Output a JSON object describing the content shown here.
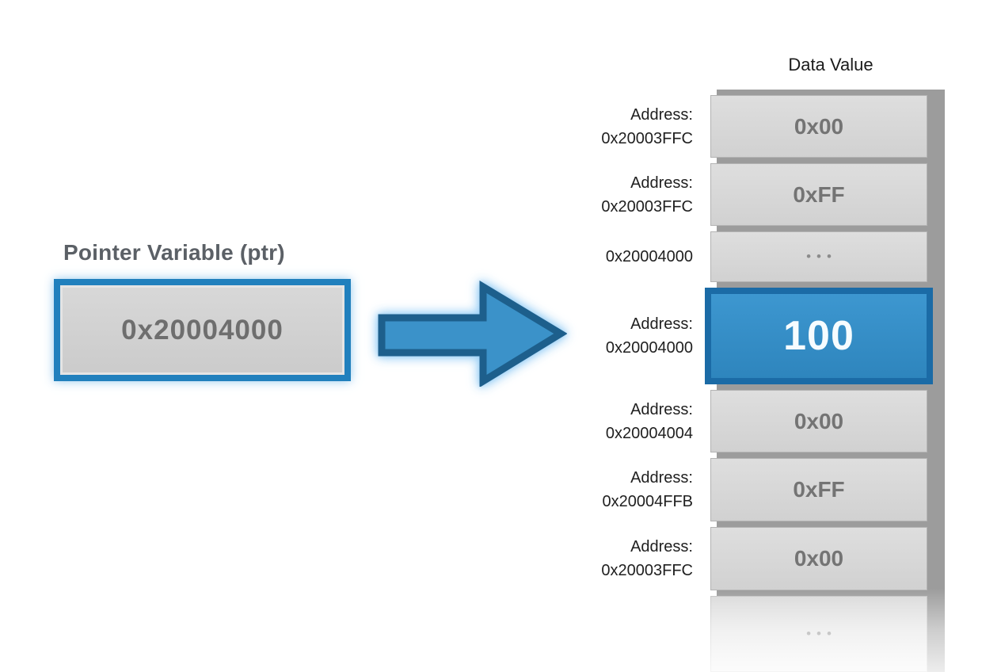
{
  "pointer": {
    "title": "Pointer Variable (ptr)",
    "value": "0x20004000"
  },
  "memory": {
    "header": "Data Value",
    "rows": [
      {
        "label_lines": [
          "Address:",
          "0x20003FFC"
        ],
        "value": "0x00"
      },
      {
        "label_lines": [
          "Address:",
          "0x20003FFC"
        ],
        "value": "0xFF"
      },
      {
        "label_lines": [
          "0x20004000"
        ],
        "value": "•••",
        "dots": true
      },
      {
        "label_lines": [
          "Address:",
          "0x20004000"
        ],
        "value": "100",
        "highlighted": true
      },
      {
        "label_lines": [
          "Address:",
          "0x20004004"
        ],
        "value": "0x00"
      },
      {
        "label_lines": [
          "Address:",
          "0x20004FFB"
        ],
        "value": "0xFF"
      },
      {
        "label_lines": [
          "Address:",
          "0x20003FFC"
        ],
        "value": "0x00"
      },
      {
        "label_lines": [],
        "value": "•••",
        "dots": true,
        "faded": true
      }
    ]
  },
  "colors": {
    "accent_blue": "#3b92c9",
    "accent_blue_dark": "#1b6ba6",
    "pointer_border_blue": "#2180bd",
    "frame_gray": "#9c9c9c",
    "cell_gray": "#d6d6d6",
    "label_text": "#202020",
    "value_text": "#747474"
  }
}
